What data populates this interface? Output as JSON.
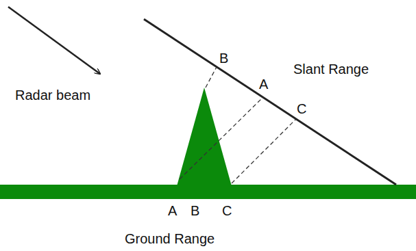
{
  "diagram": {
    "labels": [
      "Radar beam",
      "B",
      "A",
      "C",
      "Slant Range",
      "A",
      "B",
      "C",
      "Ground Range"
    ]
  }
}
